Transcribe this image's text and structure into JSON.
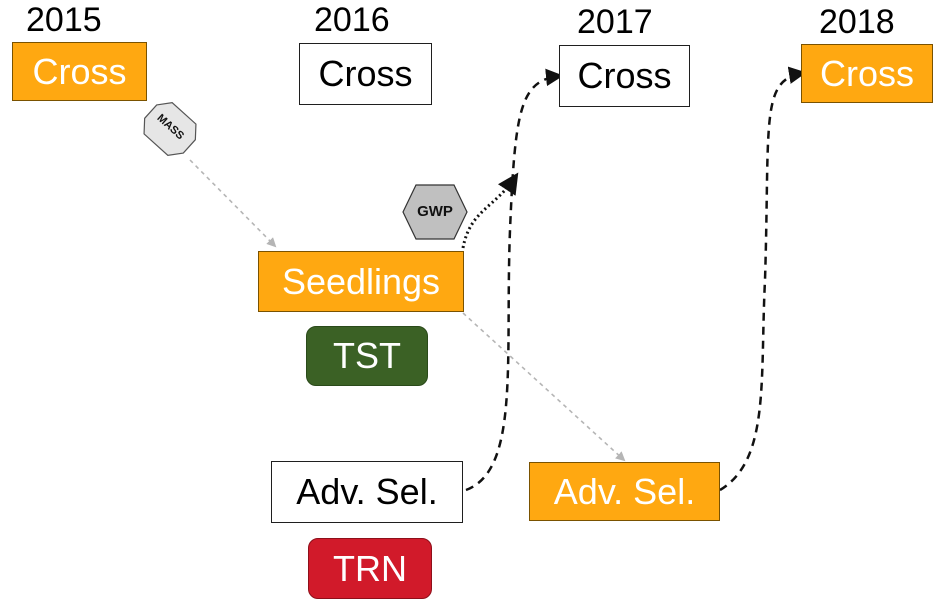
{
  "years": [
    "2015",
    "2016",
    "2017",
    "2018"
  ],
  "nodes": {
    "cross_2015": "Cross",
    "cross_2016": "Cross",
    "cross_2017": "Cross",
    "cross_2018": "Cross",
    "seedlings": "Seedlings",
    "tst": "TST",
    "adv_sel_white": "Adv. Sel.",
    "adv_sel_orange": "Adv. Sel.",
    "trn": "TRN"
  },
  "tags": {
    "mass": "MASS",
    "gwp": "GWP"
  },
  "colors": {
    "orange": "#FFA811",
    "green": "#3B6125",
    "red": "#D11A2A",
    "hexagon_fill": "#C0C0C0"
  }
}
